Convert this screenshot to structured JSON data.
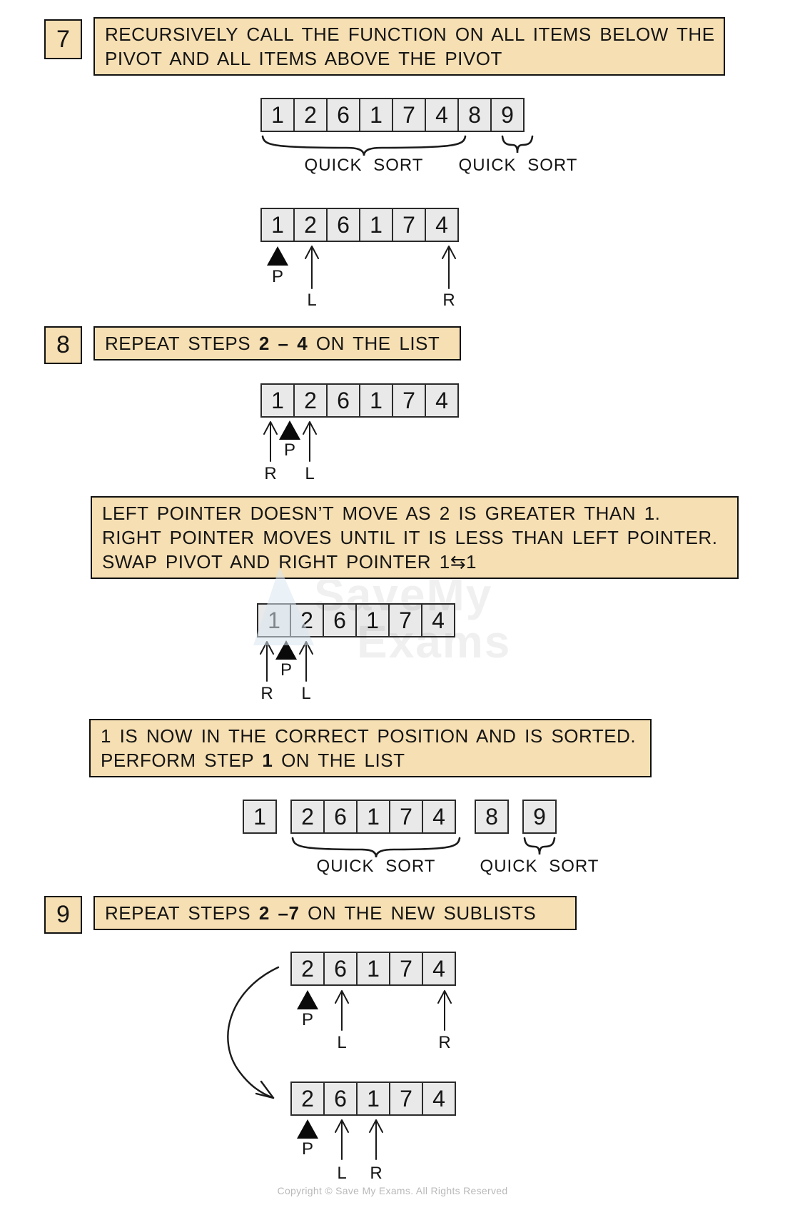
{
  "pointer_labels": {
    "pivot": "P",
    "left": "L",
    "right": "R"
  },
  "quick_sort_label": "QUICK SORT",
  "step7": {
    "number": "7",
    "line1": "RECURSIVELY CALL THE FUNCTION ON ALL ITEMS BELOW THE",
    "line2": "PIVOT AND ALL ITEMS ABOVE  THE PIVOT"
  },
  "step8": {
    "number": "8",
    "text_prefix": "REPEAT STEPS ",
    "text_bold": "2 – 4",
    "text_suffix": " ON THE LIST"
  },
  "step9": {
    "number": "9",
    "text_prefix": "REPEAT STEPS ",
    "text_bold": "2 –7",
    "text_suffix": " ON THE NEW SUBLISTS"
  },
  "note_swap": {
    "line1": "LEFT POINTER DOESN’T MOVE AS 2 IS GREATER THAN 1.",
    "line2": "RIGHT POINTER MOVES UNTIL IT IS LESS THAN LEFT POINTER.",
    "line3": "SWAP PIVOT AND RIGHT POINTER 1⇆1"
  },
  "note_sorted": {
    "line1": "1 IS NOW IN THE CORRECT POSITION AND IS SORTED.",
    "line2_prefix": "PERFORM STEP ",
    "line2_bold": "1",
    "line2_suffix": " ON THE LIST"
  },
  "arrays": {
    "full": [
      "1",
      "2",
      "6",
      "1",
      "7",
      "4",
      "8",
      "9"
    ],
    "sub6": [
      "1",
      "2",
      "6",
      "1",
      "7",
      "4"
    ],
    "partitioned": {
      "sorted_one": "1",
      "middle": [
        "2",
        "6",
        "1",
        "7",
        "4"
      ],
      "eight": "8",
      "nine": "9"
    },
    "sub5": [
      "2",
      "6",
      "1",
      "7",
      "4"
    ]
  },
  "watermark": {
    "line1": "SaveMy",
    "line2": "Exams"
  },
  "footer": "Copyright © Save My Exams. All Rights Reserved"
}
